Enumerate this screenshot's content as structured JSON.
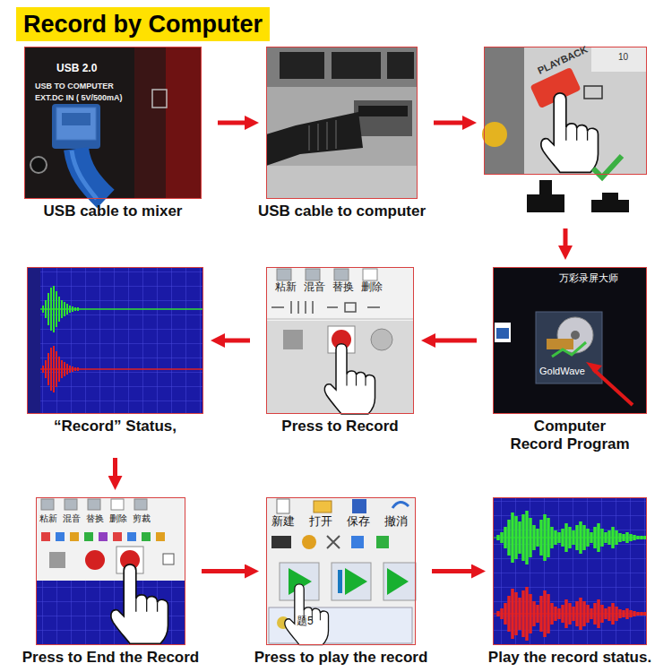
{
  "diagram": {
    "title": "Record by Computer",
    "nodes": [
      {
        "text": [
          "USB cable to mixer",
          "USB 2.0",
          "USB TO COMPUTER",
          "EXT.DC IN ( 5V/500mA)"
        ]
      },
      {
        "text": [
          "USB cable to computer"
        ]
      },
      {
        "text": [
          "PLAYBACK",
          "10"
        ]
      },
      {
        "text": [
          "Computer Record Program",
          "万彩录屏大师",
          "GoldWave"
        ]
      },
      {
        "text": [
          "Press to Record",
          "粘新",
          "混音",
          "替换",
          "删除"
        ]
      },
      {
        "text": [
          "“Record” Status,"
        ]
      },
      {
        "text": [
          "Press to End the Record",
          "粘新",
          "混音",
          "替换",
          "删除",
          "剪裁"
        ]
      },
      {
        "text": [
          "Press to play the record",
          "新建",
          "打开",
          "保存",
          "撤消",
          "题5"
        ]
      },
      {
        "text": [
          "Play the record status."
        ]
      }
    ],
    "edges": [
      {
        "from": 0,
        "to": 1,
        "arrow": "to"
      },
      {
        "from": 1,
        "to": 2,
        "arrow": "to"
      },
      {
        "from": 2,
        "to": 3,
        "arrow": "to"
      },
      {
        "from": 3,
        "to": 4,
        "arrow": "to"
      },
      {
        "from": 4,
        "to": 5,
        "arrow": "to"
      },
      {
        "from": 5,
        "to": 6,
        "arrow": "to"
      },
      {
        "from": 6,
        "to": 7,
        "arrow": "to"
      },
      {
        "from": 7,
        "to": 8,
        "arrow": "to"
      }
    ]
  }
}
